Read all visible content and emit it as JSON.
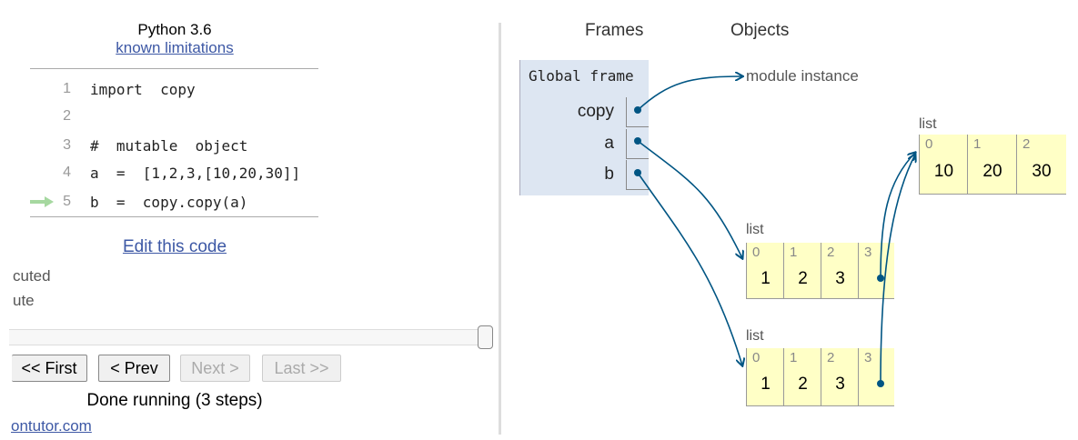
{
  "header": {
    "title": "Python 3.6",
    "limitations_link": "known limitations"
  },
  "code": {
    "lines": [
      {
        "num": "1",
        "text": "import  copy"
      },
      {
        "num": "2",
        "text": ""
      },
      {
        "num": "3",
        "text": "#  mutable  object"
      },
      {
        "num": "4",
        "text": "a  =  [1,2,3,[10,20,30]]"
      },
      {
        "num": "5",
        "text": "b  =  copy.copy(a)"
      }
    ],
    "current_line": "5"
  },
  "edit_link": "Edit this code",
  "legend": {
    "executed": "cuted",
    "to_execute": "ute"
  },
  "slider": {
    "progress": 1.0
  },
  "controls": {
    "first": "<< First",
    "prev": "< Prev",
    "next": "Next >",
    "last": "Last >>"
  },
  "status": "Done running (3 steps)",
  "footer_link": "ontutor.com",
  "viz": {
    "frames_header": "Frames",
    "objects_header": "Objects",
    "global_frame": {
      "title": "Global frame",
      "vars": [
        "copy",
        "a",
        "b"
      ]
    },
    "module_label": "module instance",
    "lists": [
      {
        "label": "list",
        "indices": [
          "0",
          "1",
          "2"
        ],
        "values": [
          "10",
          "20",
          "30"
        ]
      },
      {
        "label": "list",
        "indices": [
          "0",
          "1",
          "2",
          "3"
        ],
        "values": [
          "1",
          "2",
          "3",
          ""
        ]
      },
      {
        "label": "list",
        "indices": [
          "0",
          "1",
          "2",
          "3"
        ],
        "values": [
          "1",
          "2",
          "3",
          ""
        ]
      }
    ]
  },
  "colors": {
    "arrow": "#005583",
    "frame_bg": "#dde6f2",
    "list_bg": "#ffffc6",
    "link": "#3d58a5",
    "current_arrow": "#a6d8a0"
  }
}
